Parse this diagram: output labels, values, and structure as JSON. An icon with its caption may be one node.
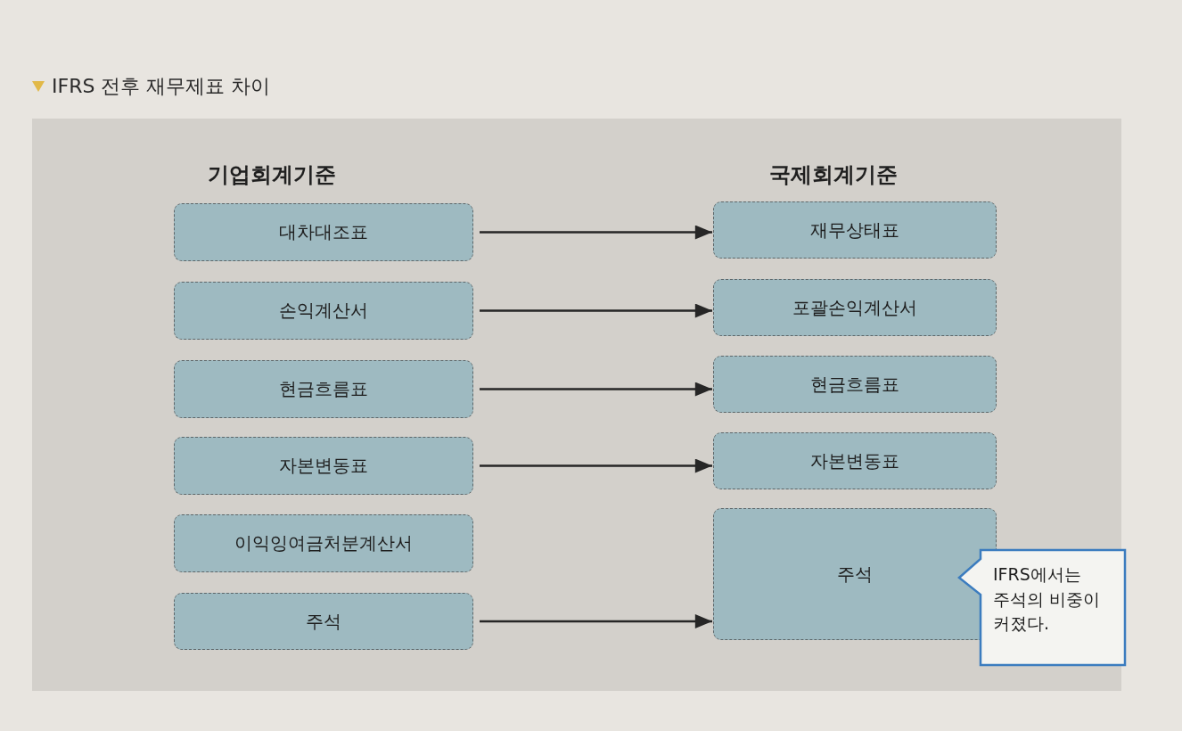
{
  "diagram": {
    "title": "IFRS 전후 재무제표 차이",
    "nodes": [
      {
        "text": [
          "대차대조표"
        ]
      },
      {
        "text": [
          "손익계산서"
        ]
      },
      {
        "text": [
          "현금흐름표"
        ]
      },
      {
        "text": [
          "자본변동표"
        ]
      },
      {
        "text": [
          "이익잉여금처분계산서"
        ]
      },
      {
        "text": [
          "주석"
        ]
      },
      {
        "text": [
          "재무상태표"
        ]
      },
      {
        "text": [
          "포괄손익계산서"
        ]
      },
      {
        "text": [
          "현금흐름표"
        ]
      },
      {
        "text": [
          "자본변동표"
        ]
      },
      {
        "text": [
          "주석"
        ]
      },
      {
        "text": [
          "IFRS에서는 주석의 비중이 커졌다."
        ]
      }
    ],
    "edges": [
      {
        "from": 0,
        "to": 6,
        "arrow": "to"
      },
      {
        "from": 1,
        "to": 7,
        "arrow": "to"
      },
      {
        "from": 2,
        "to": 8,
        "arrow": "to"
      },
      {
        "from": 3,
        "to": 9,
        "arrow": "to"
      },
      {
        "from": 5,
        "to": 10,
        "arrow": "to"
      }
    ],
    "labels": [
      "기업회계기준",
      "국제회계기준"
    ]
  }
}
